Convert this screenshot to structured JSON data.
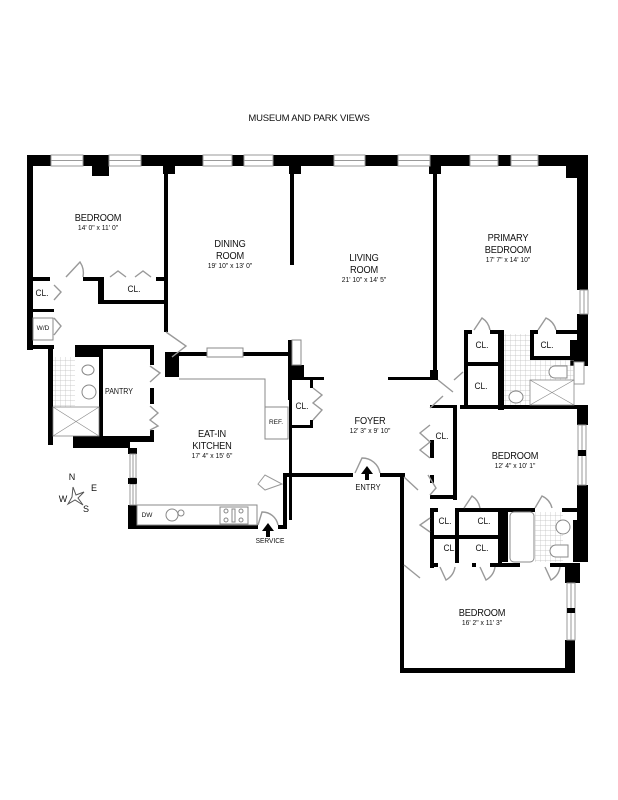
{
  "title": "MUSEUM AND PARK VIEWS",
  "colors": {
    "wall": "#000000",
    "window": "#9a9a9a",
    "fixture": "#8a8a8a",
    "tile": "#bdbdbd",
    "background": "#ffffff"
  },
  "rooms": [
    {
      "id": "bedroom-nw",
      "name": "BEDROOM",
      "dims": "14' 0\" x 11' 0\""
    },
    {
      "id": "dining",
      "name": "DINING ROOM",
      "name_lines": [
        "DINING",
        "ROOM"
      ],
      "dims": "19' 10\" x 13' 0\""
    },
    {
      "id": "living",
      "name": "LIVING ROOM",
      "name_lines": [
        "LIVING",
        "ROOM"
      ],
      "dims": "21' 10\" x 14' 5\""
    },
    {
      "id": "primary",
      "name": "PRIMARY BEDROOM",
      "name_lines": [
        "PRIMARY",
        "BEDROOM"
      ],
      "dims": "17' 7\" x 14' 10\""
    },
    {
      "id": "kitchen",
      "name": "EAT-IN KITCHEN",
      "name_lines": [
        "EAT-IN",
        "KITCHEN"
      ],
      "dims": "17' 4\" x 15' 6\""
    },
    {
      "id": "foyer",
      "name": "FOYER",
      "dims": "12' 3\" x 9' 10\""
    },
    {
      "id": "bedroom-e",
      "name": "BEDROOM",
      "dims": "12' 4\" x 10' 1\""
    },
    {
      "id": "bedroom-se",
      "name": "BEDROOM",
      "dims": "16' 2\" x 11' 3\""
    }
  ],
  "labels": {
    "closet": "CL.",
    "washer_dryer": "W/D",
    "pantry": "PANTRY",
    "refrigerator": "REF.",
    "dishwasher": "DW",
    "entry": "ENTRY",
    "service": "SERVICE"
  },
  "compass": {
    "n": "N",
    "e": "E",
    "s": "S",
    "w": "W"
  }
}
